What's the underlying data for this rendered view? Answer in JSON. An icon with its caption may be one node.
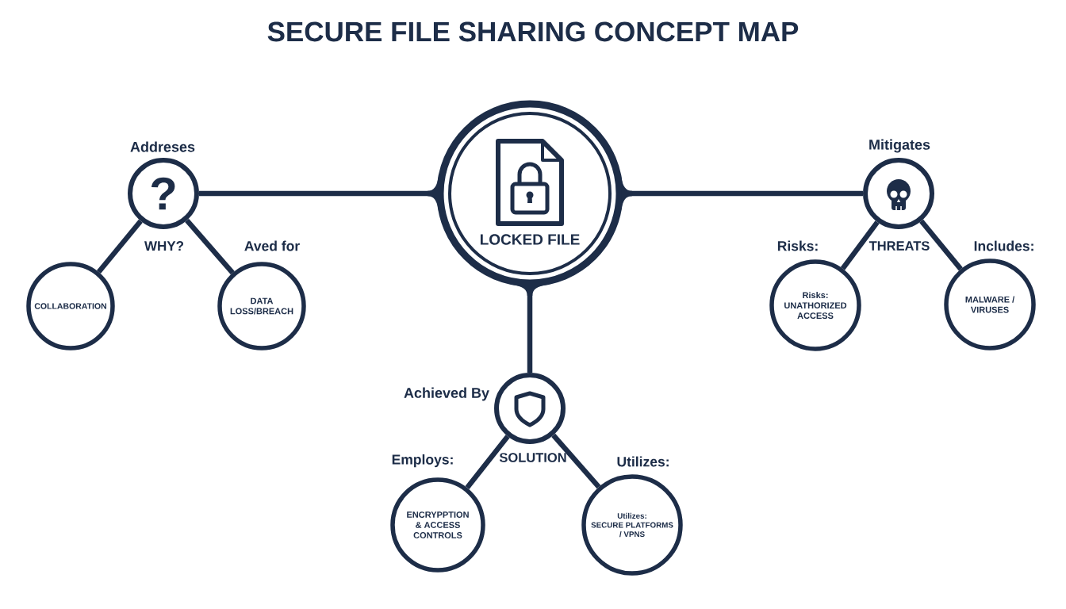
{
  "diagram": {
    "title": "SECURE FILE SHARING CONCEPT MAP",
    "nodes": [
      {
        "text": [
          "LOCKED FILE"
        ]
      },
      {
        "text": [
          "?"
        ],
        "beside": [
          "Addreses",
          "WHY?"
        ]
      },
      {
        "text": [
          "COLLABORATION"
        ]
      },
      {
        "text": [
          "DATA LOSS/BREACH"
        ]
      },
      {
        "text": [],
        "shape": "circle",
        "beside": [
          "Mitigates",
          "THREATS"
        ]
      },
      {
        "text": [
          "Risks:",
          "UNATHORIZED ACCESS"
        ]
      },
      {
        "text": [
          "MALWARE / VIRUSES"
        ]
      },
      {
        "text": [],
        "shape": "circle",
        "beside": [
          "Achieved By",
          "SOLUTION"
        ]
      },
      {
        "text": [
          "ENCRYPPTION & ACCESS CONTROLS"
        ]
      },
      {
        "text": [
          "Utilizes:",
          "SECURE PLATFORMS / VPNS"
        ]
      }
    ],
    "edges": [
      {
        "from": 0,
        "to": 1,
        "arrow": "none"
      },
      {
        "from": 0,
        "to": 4,
        "arrow": "none"
      },
      {
        "from": 0,
        "to": 7,
        "arrow": "none"
      },
      {
        "from": 1,
        "to": 2,
        "arrow": "none"
      },
      {
        "from": 1,
        "to": 3,
        "arrow": "none",
        "label": "Aved for"
      },
      {
        "from": 4,
        "to": 5,
        "arrow": "none",
        "label": "Risks:"
      },
      {
        "from": 4,
        "to": 6,
        "arrow": "none",
        "label": "Includes:"
      },
      {
        "from": 7,
        "to": 8,
        "arrow": "none",
        "label": "Employs:"
      },
      {
        "from": 7,
        "to": 9,
        "arrow": "none",
        "label": "Utilizes:"
      }
    ]
  }
}
